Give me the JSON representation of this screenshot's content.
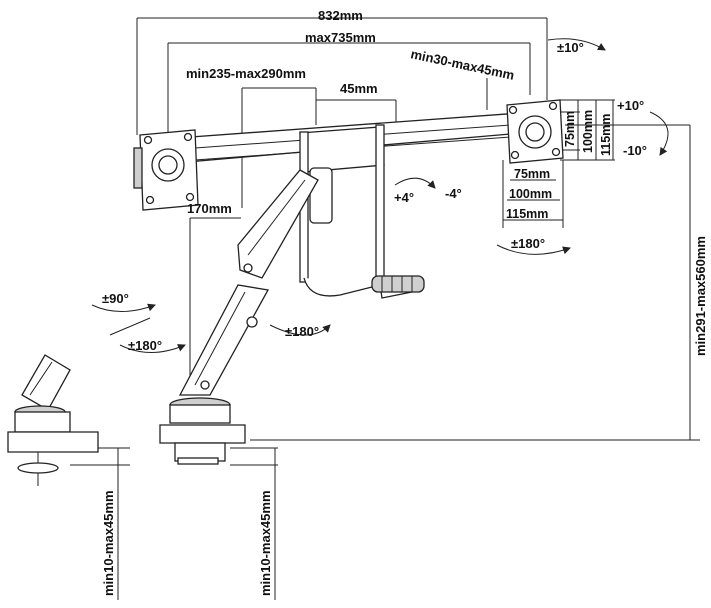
{
  "dimensions": {
    "total_width": "832mm",
    "max_span": "max735mm",
    "arm_reach": "min235-max290mm",
    "offset_45": "45mm",
    "vesa_adjust": "min30-max45mm",
    "pole_170": "170mm",
    "vesa_75_h": "75mm",
    "vesa_100_h": "100mm",
    "vesa_115_h": "115mm",
    "vesa_75_w": "75mm",
    "vesa_100_w": "100mm",
    "vesa_115_w": "115mm",
    "height_range": "min291-max560mm",
    "clamp_range_left": "min10-max45mm",
    "clamp_range_right": "min10-max45mm"
  },
  "rotations": {
    "tilt_top": "±10°",
    "tilt_up": "+10°",
    "tilt_down": "-10°",
    "swivel_plus": "+4°",
    "swivel_minus": "-4°",
    "rotate_vesa": "±180°",
    "rotate_90": "±90°",
    "rotate_base": "±180°",
    "rotate_arm": "±180°"
  }
}
